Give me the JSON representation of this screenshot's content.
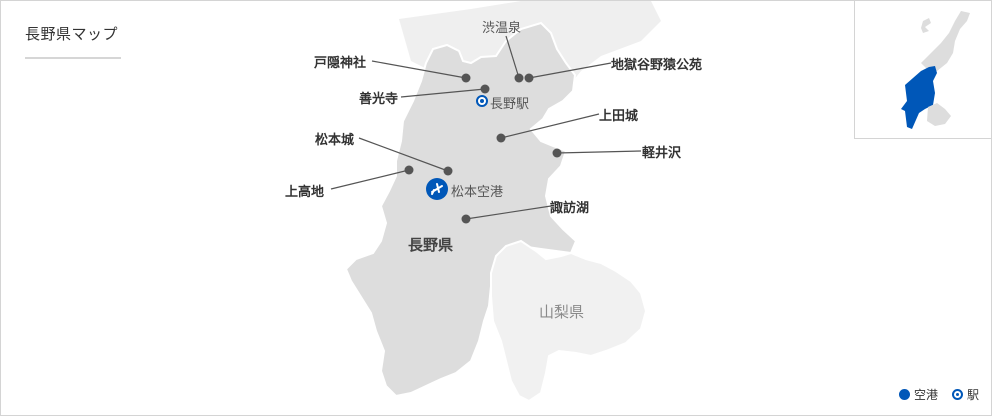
{
  "header": {
    "title": "長野県マップ"
  },
  "colors": {
    "nagano_fill": "#dddddd",
    "neighbor_fill": "#efefef",
    "yamanashi_fill": "#f1f1f1",
    "border": "#ffffff",
    "accent_blue": "#0057b8",
    "pin": "#555555"
  },
  "map": {
    "prefectures": {
      "nagano": "長野県",
      "yamanashi": "山梨県"
    },
    "spots": [
      {
        "name": "渋温泉",
        "style": "light"
      },
      {
        "name": "戸隠神社",
        "style": "bold"
      },
      {
        "name": "地獄谷野猿公苑",
        "style": "bold"
      },
      {
        "name": "善光寺",
        "style": "bold"
      },
      {
        "name": "上田城",
        "style": "bold"
      },
      {
        "name": "松本城",
        "style": "bold"
      },
      {
        "name": "軽井沢",
        "style": "bold"
      },
      {
        "name": "上高地",
        "style": "bold"
      },
      {
        "name": "諏訪湖",
        "style": "bold"
      }
    ],
    "station": {
      "name": "長野駅",
      "icon": "station-icon"
    },
    "airport": {
      "name": "松本空港",
      "icon": "airplane-icon"
    }
  },
  "legend": {
    "airport_label": "空港",
    "station_label": "駅"
  }
}
